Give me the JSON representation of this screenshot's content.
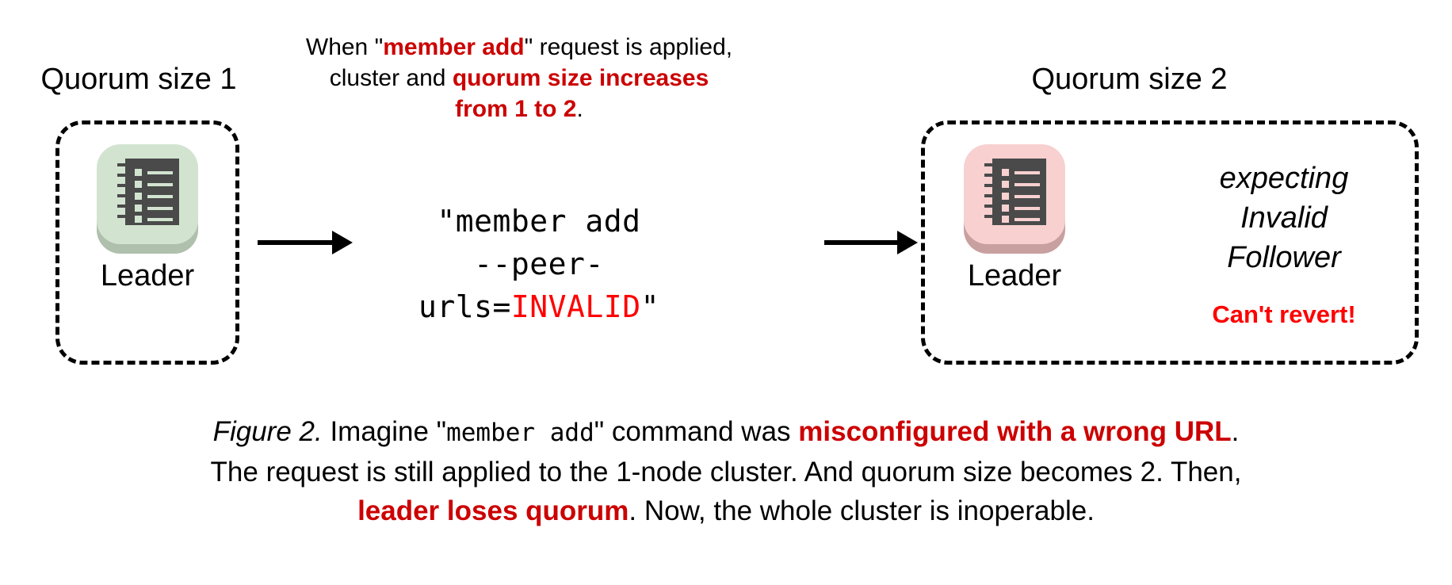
{
  "colors": {
    "highlight_red": "#cc0000",
    "alert_red": "#ff0000",
    "leader_healthy_tile": "#d2e4d0",
    "leader_healthy_shadow": "#afc0ac",
    "leader_broken_tile": "#f8d0d0",
    "leader_broken_shadow": "#c8a0a0",
    "icon_body": "#4a4a4a",
    "text": "#000000",
    "background": "#ffffff"
  },
  "left_cluster": {
    "group_label": "Quorum size 1",
    "node": {
      "label": "Leader",
      "icon": "ledger-node-icon",
      "state": "healthy"
    }
  },
  "right_cluster": {
    "group_label": "Quorum size 2",
    "node": {
      "label": "Leader",
      "icon": "ledger-node-icon",
      "state": "broken"
    },
    "annotation_lines": [
      "expecting",
      "Invalid",
      "Follower"
    ],
    "alert": "Can't revert!"
  },
  "heading": {
    "line1": {
      "before": "When \"",
      "highlight": "member add",
      "after": "\" request is applied,"
    },
    "line2": {
      "before": "cluster and ",
      "highlight": "quorum size increases"
    },
    "line3": {
      "highlight": "from 1 to 2",
      "after": "."
    }
  },
  "command": {
    "line1": "\"member add",
    "line2_before": "--peer-urls=",
    "line2_invalid": "INVALID",
    "line2_after": "\""
  },
  "arrows": {
    "left_arrow": "arrow-right",
    "right_arrow": "arrow-right"
  },
  "caption": {
    "line1_fig": "Figure 2.",
    "line1_a": " Imagine \"",
    "line1_mono": "member add",
    "line1_b": "\" command was ",
    "line1_hl": "misconfigured with a wrong URL",
    "line1_c": ".",
    "line2": "The request is still applied to the 1-node cluster. And quorum size becomes 2. Then,",
    "line3_hl": "leader loses quorum",
    "line3_after": ". Now, the whole cluster is inoperable."
  }
}
